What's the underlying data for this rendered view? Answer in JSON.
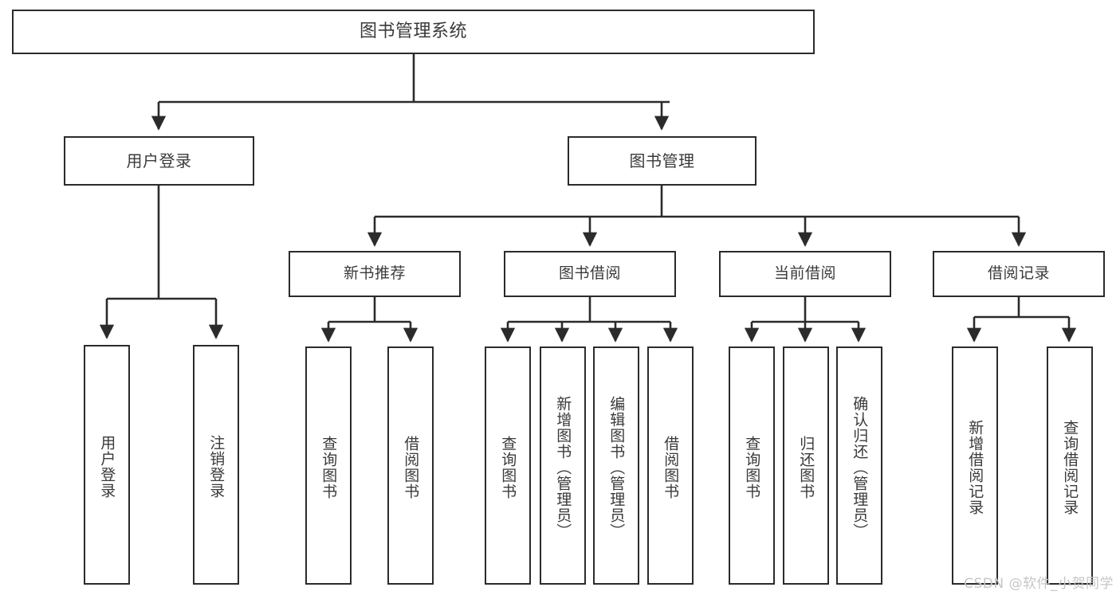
{
  "diagram": {
    "title": "图书管理系统",
    "type": "tree",
    "colors": {
      "box_border": "#2b2b2b",
      "box_fill": "#ffffff",
      "text": "#3a3a3a",
      "line": "#2b2b2b",
      "watermark": "#c6c6c6"
    },
    "root": {
      "label": "图书管理系统"
    },
    "level1": [
      {
        "label": "用户登录"
      },
      {
        "label": "图书管理"
      }
    ],
    "level2": [
      {
        "label": "新书推荐"
      },
      {
        "label": "图书借阅"
      },
      {
        "label": "当前借阅"
      },
      {
        "label": "借阅记录"
      }
    ],
    "leaves": {
      "user_login": [
        {
          "label": "用户登录"
        },
        {
          "label": "注销登录"
        }
      ],
      "new_book_recommend": [
        {
          "label": "查询图书"
        },
        {
          "label": "借阅图书"
        }
      ],
      "book_borrow": [
        {
          "label": "查询图书"
        },
        {
          "label": "新增图书（管理员）"
        },
        {
          "label": "编辑图书（管理员）"
        },
        {
          "label": "借阅图书"
        }
      ],
      "current_borrow": [
        {
          "label": "查询图书"
        },
        {
          "label": "归还图书"
        },
        {
          "label": "确认归还（管理员）"
        }
      ],
      "borrow_record": [
        {
          "label": "新增借阅记录"
        },
        {
          "label": "查询借阅记录"
        }
      ]
    },
    "watermark": "CSDN @软件_小贺同学"
  }
}
